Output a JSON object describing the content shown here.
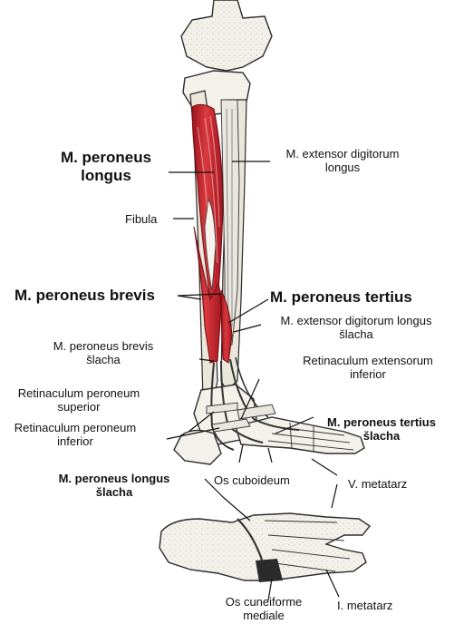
{
  "labels": {
    "peroneus_longus": "M. peroneus longus",
    "peroneus_longus_l1": "M. peroneus",
    "peroneus_longus_l2": "longus",
    "fibula": "Fibula",
    "peroneus_brevis": "M. peroneus brevis",
    "peroneus_brevis_tendon_l1": "M. peroneus brevis",
    "peroneus_brevis_tendon_l2": "šlacha",
    "retinaculum_superior_l1": "Retinaculum peroneum",
    "retinaculum_superior_l2": "superior",
    "retinaculum_inferior_l1": "Retinaculum peroneum",
    "retinaculum_inferior_l2": "inferior",
    "peroneus_longus_tendon_l1": "M. peroneus longus",
    "peroneus_longus_tendon_l2": "šlacha",
    "ext_dig_longus_l1": "M. extensor digitorum",
    "ext_dig_longus_l2": "longus",
    "peroneus_tertius": "M. peroneus tertius",
    "ext_dig_longus_slacha_l1": "M. extensor digitorum longus",
    "ext_dig_longus_slacha_l2": "šlacha",
    "retinaculum_extensorum_l1": "Retinaculum extensorum",
    "retinaculum_extensorum_l2": "inferior",
    "peroneus_tertius_tendon_l1": "M. peroneus tertius",
    "peroneus_tertius_tendon_l2": "šlacha",
    "os_cuboideum": "Os cuboideum",
    "v_metatarz": "V. metatarz",
    "os_cuneiforme_l1": "Os cuneiforme",
    "os_cuneiforme_l2": "mediale",
    "i_metatarz": "I. metatarz"
  },
  "colors": {
    "muscle": "#c7222b",
    "muscle_dark": "#8e1018",
    "bone": "#f4f1ea",
    "tendon": "#e9e6df",
    "line": "#111111"
  }
}
